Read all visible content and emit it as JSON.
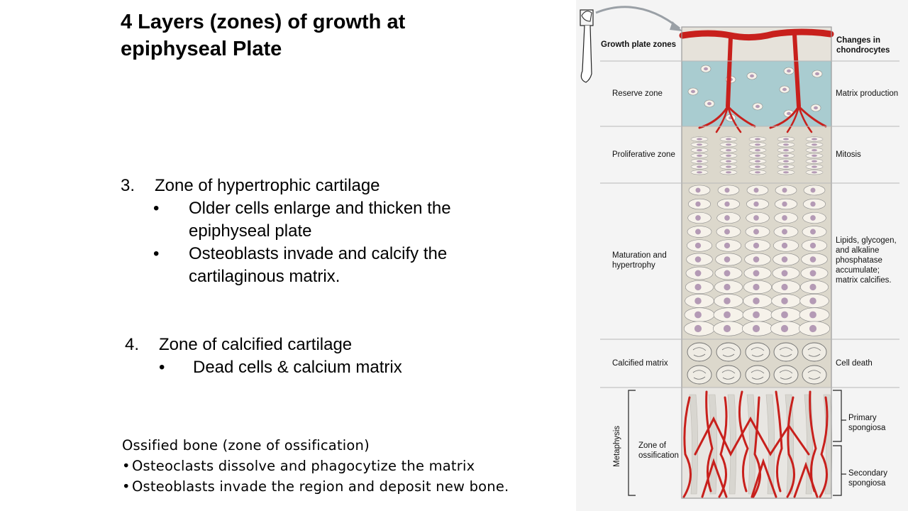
{
  "slide": {
    "title_line1": "4 Layers (zones) of growth at",
    "title_line2": "epiphyseal Plate",
    "section3": {
      "number": "3.",
      "heading": "Zone of hypertrophic cartilage",
      "bullets": [
        {
          "line1": "Older cells enlarge and thicken the",
          "line2": "epiphyseal plate"
        },
        {
          "line1": "Osteoblasts invade and calcify the",
          "line2": "cartilaginous matrix."
        }
      ]
    },
    "section4": {
      "number": "4.",
      "heading": "Zone of calcified cartilage",
      "bullets": [
        "Dead cells & calcium matrix"
      ]
    },
    "ossified": {
      "heading": "Ossified bone (zone of ossification)",
      "bullets": [
        "Osteoclasts dissolve and phagocytize the matrix",
        "Osteoblasts invade the region and deposit new bone."
      ]
    },
    "bullet_char": "•"
  },
  "diagram": {
    "header_left": "Growth plate zones",
    "header_right_line1": "Changes in",
    "header_right_line2": "chondrocytes",
    "zones": [
      {
        "left": [
          "Reserve zone"
        ],
        "right": [
          "Matrix production"
        ]
      },
      {
        "left": [
          "Proliferative zone"
        ],
        "right": [
          "Mitosis"
        ]
      },
      {
        "left": [
          "Maturation and",
          "hypertrophy"
        ],
        "right": [
          "Lipids, glycogen,",
          "and alkaline",
          "phosphatase",
          "accumulate;",
          "matrix calcifies."
        ]
      },
      {
        "left": [
          "Calcified matrix"
        ],
        "right": [
          "Cell death"
        ]
      },
      {
        "left": [
          "Zone of",
          "ossification"
        ],
        "right": []
      }
    ],
    "metaphysis_label": "Metaphysis",
    "primary_spongiosa": [
      "Primary",
      "spongiosa"
    ],
    "secondary_spongiosa": [
      "Secondary",
      "spongiosa"
    ],
    "colors": {
      "blood": "#c8201c",
      "reserve": "#a9ccd0",
      "cartilage": "#dcd8cc",
      "cell": "#f6f2ea",
      "nucleus": "#b49ab5",
      "bone": "#e8e6e2"
    }
  }
}
